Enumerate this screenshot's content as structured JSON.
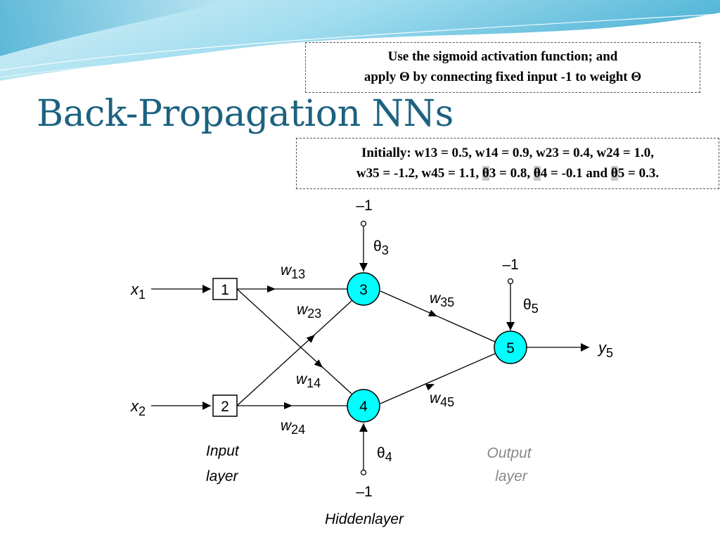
{
  "slide": {
    "title": "Back-Propagation NNs"
  },
  "notes": {
    "sigmoid_line1": "Use the sigmoid activation function; and",
    "sigmoid_line2": "apply Θ by connecting fixed input -1 to weight Θ",
    "initial_line1": "Initially: w13 = 0.5, w14 = 0.9, w23 = 0.4, w24 = 1.0,",
    "initial_line2_a": "w35 = -1.2, w45 = 1.1, ",
    "initial_theta3": "θ",
    "initial_line2_b": "3 = 0.8, ",
    "initial_theta4": "θ",
    "initial_line2_c": "4 = -0.1 and ",
    "initial_theta5": "θ",
    "initial_line2_d": "5 = 0.3."
  },
  "diagram": {
    "inputs": {
      "x": "x",
      "x1_sub": "1",
      "x2_sub": "2"
    },
    "nodes": {
      "n1": "1",
      "n2": "2",
      "n3": "3",
      "n4": "4",
      "n5": "5"
    },
    "weights": {
      "w": "w",
      "w13": "13",
      "w23": "23",
      "w14": "14",
      "w24": "24",
      "w35": "35",
      "w45": "45"
    },
    "thresholds": {
      "theta": "θ",
      "bias": "–1",
      "t3": "3",
      "t4": "4",
      "t5": "5"
    },
    "output": {
      "y": "y",
      "y_sub": "5"
    },
    "layers": {
      "input_line1": "Input",
      "input_line2": "layer",
      "hidden": "Hiddenlayer",
      "output_line1": "Output",
      "output_line2": "layer"
    }
  },
  "colors": {
    "title": "#1d6280",
    "neuron_fill": "#00ffff",
    "output_label": "#888888",
    "wave_light": "#a8dfee",
    "wave_dark": "#3ba8cf"
  }
}
